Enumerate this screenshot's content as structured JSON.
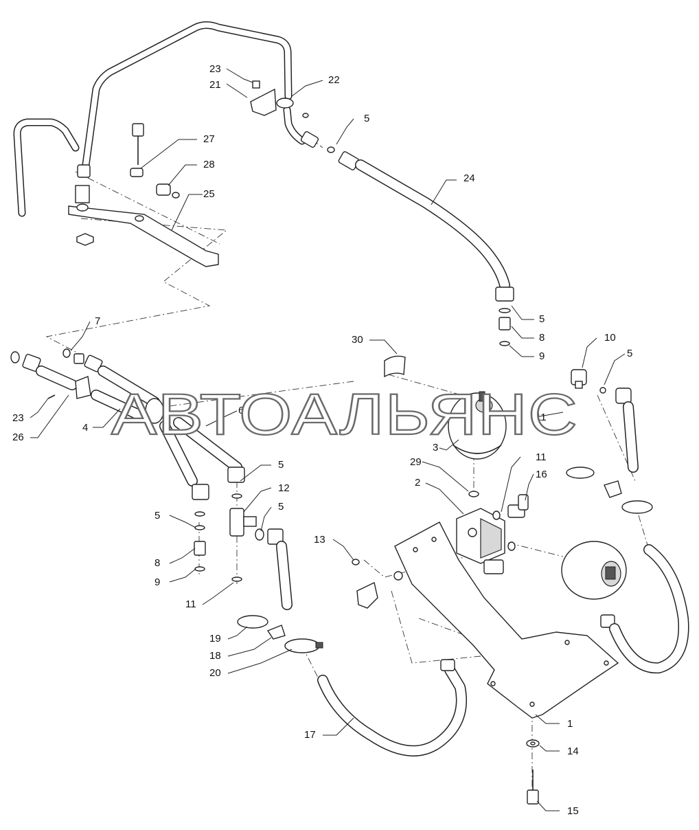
{
  "watermark": "АВТОАЛЬЯНС",
  "callouts": [
    {
      "id": "c23a",
      "text": "23"
    },
    {
      "id": "c21",
      "text": "21"
    },
    {
      "id": "c22",
      "text": "22"
    },
    {
      "id": "c5a",
      "text": "5"
    },
    {
      "id": "c27",
      "text": "27"
    },
    {
      "id": "c28",
      "text": "28"
    },
    {
      "id": "c25",
      "text": "25"
    },
    {
      "id": "c24",
      "text": "24"
    },
    {
      "id": "c5b",
      "text": "5"
    },
    {
      "id": "c8a",
      "text": "8"
    },
    {
      "id": "c9a",
      "text": "9"
    },
    {
      "id": "c7",
      "text": "7"
    },
    {
      "id": "c30",
      "text": "30"
    },
    {
      "id": "c10",
      "text": "10"
    },
    {
      "id": "c5c",
      "text": "5"
    },
    {
      "id": "c23b",
      "text": "23"
    },
    {
      "id": "c26",
      "text": "26"
    },
    {
      "id": "c4",
      "text": "4"
    },
    {
      "id": "c6",
      "text": "6"
    },
    {
      "id": "c11a",
      "text": "11"
    },
    {
      "id": "c3",
      "text": "3"
    },
    {
      "id": "c29",
      "text": "29"
    },
    {
      "id": "c5d",
      "text": "5"
    },
    {
      "id": "c12",
      "text": "12"
    },
    {
      "id": "c2",
      "text": "2"
    },
    {
      "id": "c11b",
      "text": "11"
    },
    {
      "id": "c16",
      "text": "16"
    },
    {
      "id": "c5e",
      "text": "5"
    },
    {
      "id": "c5f",
      "text": "5"
    },
    {
      "id": "c13",
      "text": "13"
    },
    {
      "id": "c8b",
      "text": "8"
    },
    {
      "id": "c9b",
      "text": "9"
    },
    {
      "id": "c11c",
      "text": "11"
    },
    {
      "id": "c19",
      "text": "19"
    },
    {
      "id": "c18",
      "text": "18"
    },
    {
      "id": "c20",
      "text": "20"
    },
    {
      "id": "c17",
      "text": "17"
    },
    {
      "id": "c1",
      "text": "1"
    },
    {
      "id": "c14",
      "text": "14"
    },
    {
      "id": "c15",
      "text": "15"
    }
  ]
}
